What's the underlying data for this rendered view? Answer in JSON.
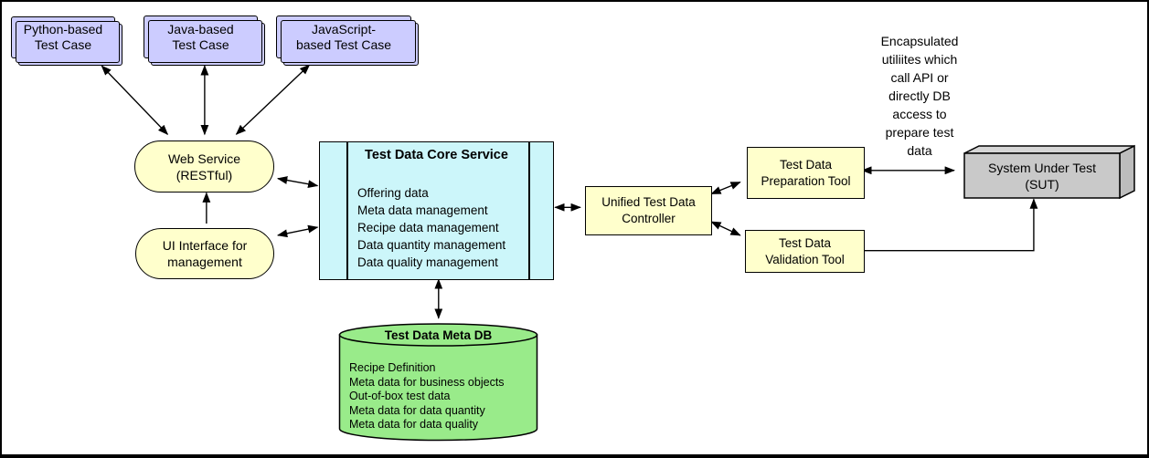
{
  "diagram": {
    "test_cases": {
      "python": "Python-based\nTest Case",
      "java": "Java-based\nTest Case",
      "javascript": "JavaScript-\nbased Test Case"
    },
    "web_service": "Web Service\n(RESTful)",
    "ui_interface": "UI Interface for\nmanagement",
    "core_service": {
      "title": "Test Data Core Service",
      "capabilities": [
        "Offering data",
        "Meta data management",
        "Recipe data management",
        "Data quantity management",
        "Data quality management"
      ]
    },
    "controller": "Unified Test Data\nController",
    "preparation_tool": "Test Data\nPreparation Tool",
    "validation_tool": "Test Data\nValidation Tool",
    "sut": "System Under Test\n(SUT)",
    "meta_db": {
      "title": "Test Data Meta DB",
      "contents": [
        "Recipe Definition",
        "Meta data for business objects",
        "Out-of-box test data",
        "Meta data for data quantity",
        "Meta data for data quality"
      ]
    },
    "annotation": "Encapsulated\nutiliites which\ncall API or\ndirectly DB\naccess to\nprepare test\ndata",
    "colors": {
      "test_case_fill": "#CCCCFF",
      "service_fill": "#FFFFCC",
      "core_fill": "#CCF6FA",
      "db_fill": "#99EB8A",
      "sut_fill": "#C9C9C9"
    }
  }
}
